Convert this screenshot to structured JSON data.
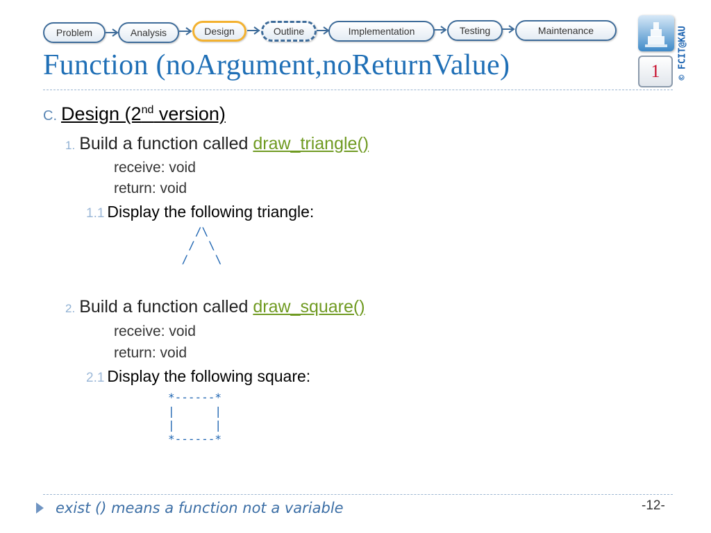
{
  "nav": {
    "steps": [
      {
        "label": "Problem",
        "state": "normal"
      },
      {
        "label": "Analysis",
        "state": "normal"
      },
      {
        "label": "Design",
        "state": "active"
      },
      {
        "label": "Outline",
        "state": "outline"
      },
      {
        "label": "Implementation",
        "state": "normal"
      },
      {
        "label": "Testing",
        "state": "normal"
      },
      {
        "label": "Maintenance",
        "state": "normal"
      }
    ],
    "arrow_icon": "arrow-right-icon",
    "colors": {
      "step_border": "#3d6b99",
      "active_border": "#f3b12f"
    }
  },
  "logo": {
    "icon": "university-logo-icon"
  },
  "section_badge": "1",
  "copyright": "© FCIT@KAU",
  "title": "Function (noArgument,noReturnValue)",
  "outline": {
    "section_num": "C.",
    "section_text": "Design (2",
    "section_sup": "nd",
    "section_text_end": " version)",
    "items": [
      {
        "num": "1.",
        "text": "Build a function called ",
        "fn": "draw_triangle()",
        "receive": "receive: void",
        "return": "return: void",
        "sub_num": "1.1",
        "sub_text": "Display the following triangle:",
        "art": "   /\\\n  /  \\\n /    \\"
      },
      {
        "num": "2.",
        "text": "Build a function called ",
        "fn": "draw_square()",
        "receive": "receive: void",
        "return": "return: void",
        "sub_num": "2.1",
        "sub_text": "Display the following square:",
        "art": "*------*\n|      |\n|      |\n*------*"
      }
    ]
  },
  "footer": {
    "note_icon": "triangle-bullet-icon",
    "note": "exist () means a function not a variable",
    "page_number": "-12-"
  },
  "colors": {
    "title": "#1f6fb6",
    "function_name": "#6f9a21",
    "ascii_art": "#1a62b0",
    "badge": "#c8102e"
  }
}
